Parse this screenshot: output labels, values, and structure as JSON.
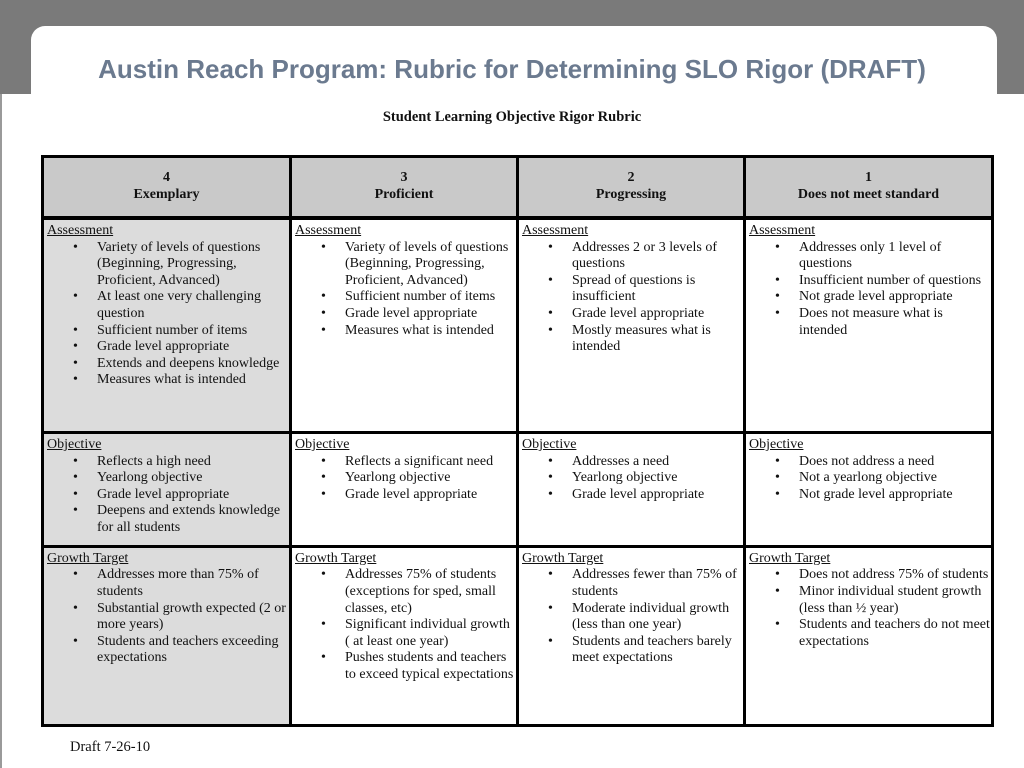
{
  "slide": {
    "title": "Austin Reach Program: Rubric for Determining SLO Rigor (DRAFT)"
  },
  "document": {
    "title": "Student Learning Objective Rigor Rubric",
    "footer": "Draft 7-26-10"
  },
  "rubric": {
    "columns": [
      {
        "level": "4",
        "label": "Exemplary"
      },
      {
        "level": "3",
        "label": "Proficient"
      },
      {
        "level": "2",
        "label": "Progressing"
      },
      {
        "level": "1",
        "label": "Does not meet standard"
      }
    ],
    "rows": [
      {
        "cells": [
          {
            "heading": "Assessment",
            "items": [
              "Variety of levels of questions  (Beginning, Progressing, Proficient, Advanced)",
              "At least one very challenging question",
              "Sufficient number of items",
              "Grade level appropriate",
              "Extends and deepens knowledge",
              "Measures what is intended"
            ]
          },
          {
            "heading": "Assessment",
            "items": [
              "Variety of levels of questions (Beginning, Progressing, Proficient, Advanced)",
              "Sufficient number of items",
              "Grade level appropriate",
              "Measures what is intended"
            ]
          },
          {
            "heading": "Assessment",
            "items": [
              "Addresses 2 or 3 levels of questions",
              "Spread of questions is insufficient",
              "Grade level appropriate",
              "Mostly measures what is intended"
            ]
          },
          {
            "heading": "Assessment",
            "items": [
              "Addresses only 1 level of questions",
              "Insufficient number of questions",
              "Not grade level appropriate",
              "Does not measure what is intended"
            ]
          }
        ]
      },
      {
        "cells": [
          {
            "heading": "Objective",
            "items": [
              "Reflects a high need",
              "Yearlong objective",
              "Grade level appropriate",
              "Deepens and extends knowledge for all students"
            ]
          },
          {
            "heading": "Objective",
            "items": [
              "Reflects a significant need",
              "Yearlong objective",
              "Grade level appropriate"
            ]
          },
          {
            "heading": "Objective",
            "items": [
              "Addresses a need",
              "Yearlong objective",
              "Grade level appropriate"
            ]
          },
          {
            "heading": "Objective",
            "items": [
              "Does not address a need",
              "Not a yearlong objective",
              "Not grade level appropriate"
            ]
          }
        ]
      },
      {
        "cells": [
          {
            "heading": "Growth Target",
            "items": [
              "Addresses more than 75% of students",
              "Substantial growth expected (2 or more years)",
              "Students and teachers exceeding expectations"
            ]
          },
          {
            "heading": "Growth Target",
            "items": [
              "Addresses 75% of students (exceptions for sped, small classes, etc)",
              "Significant individual growth ( at least one year)",
              "Pushes students and teachers to exceed typical expectations"
            ]
          },
          {
            "heading": "Growth Target",
            "items": [
              "Addresses fewer than 75% of students",
              "Moderate individual growth (less than one year)",
              "Students and teachers barely meet expectations"
            ]
          },
          {
            "heading": "Growth Target",
            "items": [
              "Does not address 75% of students",
              "Minor individual student growth (less than ½ year)",
              "Students and teachers do not meet expectations"
            ]
          }
        ]
      }
    ]
  }
}
